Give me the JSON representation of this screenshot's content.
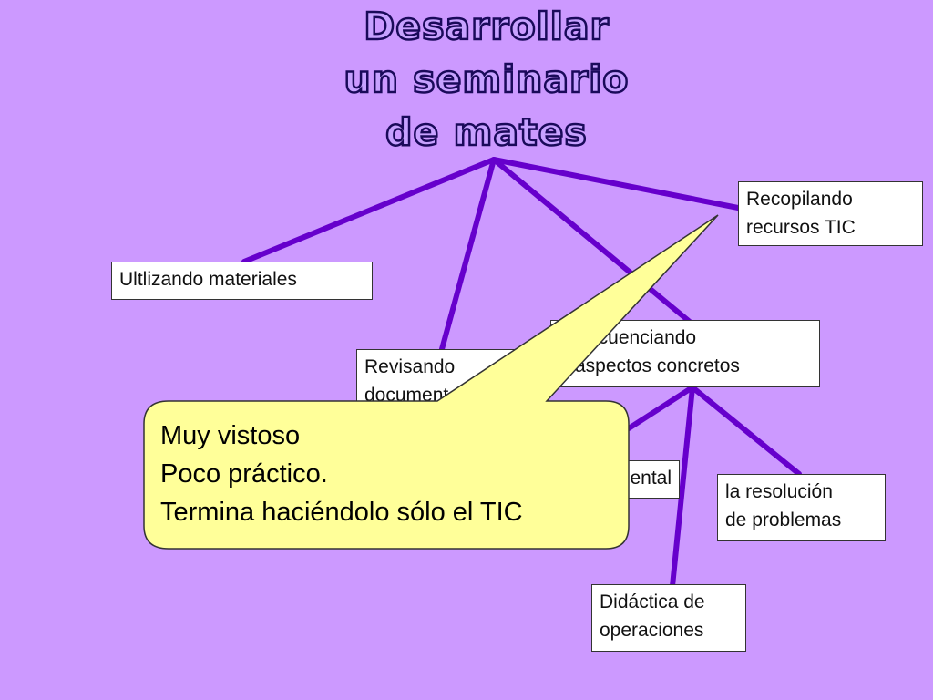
{
  "title": {
    "line1": "Desarrollar",
    "line2": "un seminario",
    "line3": "de mates"
  },
  "nodes": {
    "recopilando": [
      "Recopilando",
      "recursos TIC"
    ],
    "materiales": [
      "Ultlizando materiales"
    ],
    "secuenciando": [
      "Secuenciando",
      "aspectos concretos"
    ],
    "revisando": [
      "Revisando",
      "documentación"
    ],
    "calculo": [
      "Cálculo mental"
    ],
    "resolucion": [
      "la resolución",
      "de problemas"
    ],
    "didactica": [
      "Didáctica de",
      "operaciones"
    ]
  },
  "callout": {
    "lines": [
      "Muy vistoso",
      "Poco práctico.",
      "Termina haciéndolo sólo el TIC"
    ]
  },
  "colors": {
    "background": "#cc99ff",
    "connector": "#6600cc",
    "callout_fill": "#ffff99",
    "box_fill": "#ffffff"
  }
}
